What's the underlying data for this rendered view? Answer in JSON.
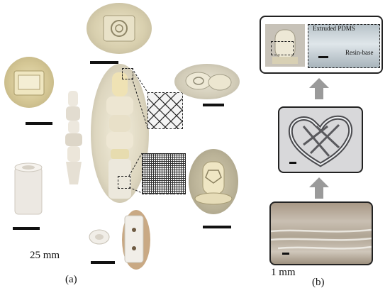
{
  "panel_a": {
    "label": "(a)",
    "scale_label": "25 mm"
  },
  "panel_b": {
    "label": "(b)",
    "scale_label": "1 mm",
    "inset_texts": [
      "Extruded PDMS",
      "Resin-base"
    ]
  }
}
